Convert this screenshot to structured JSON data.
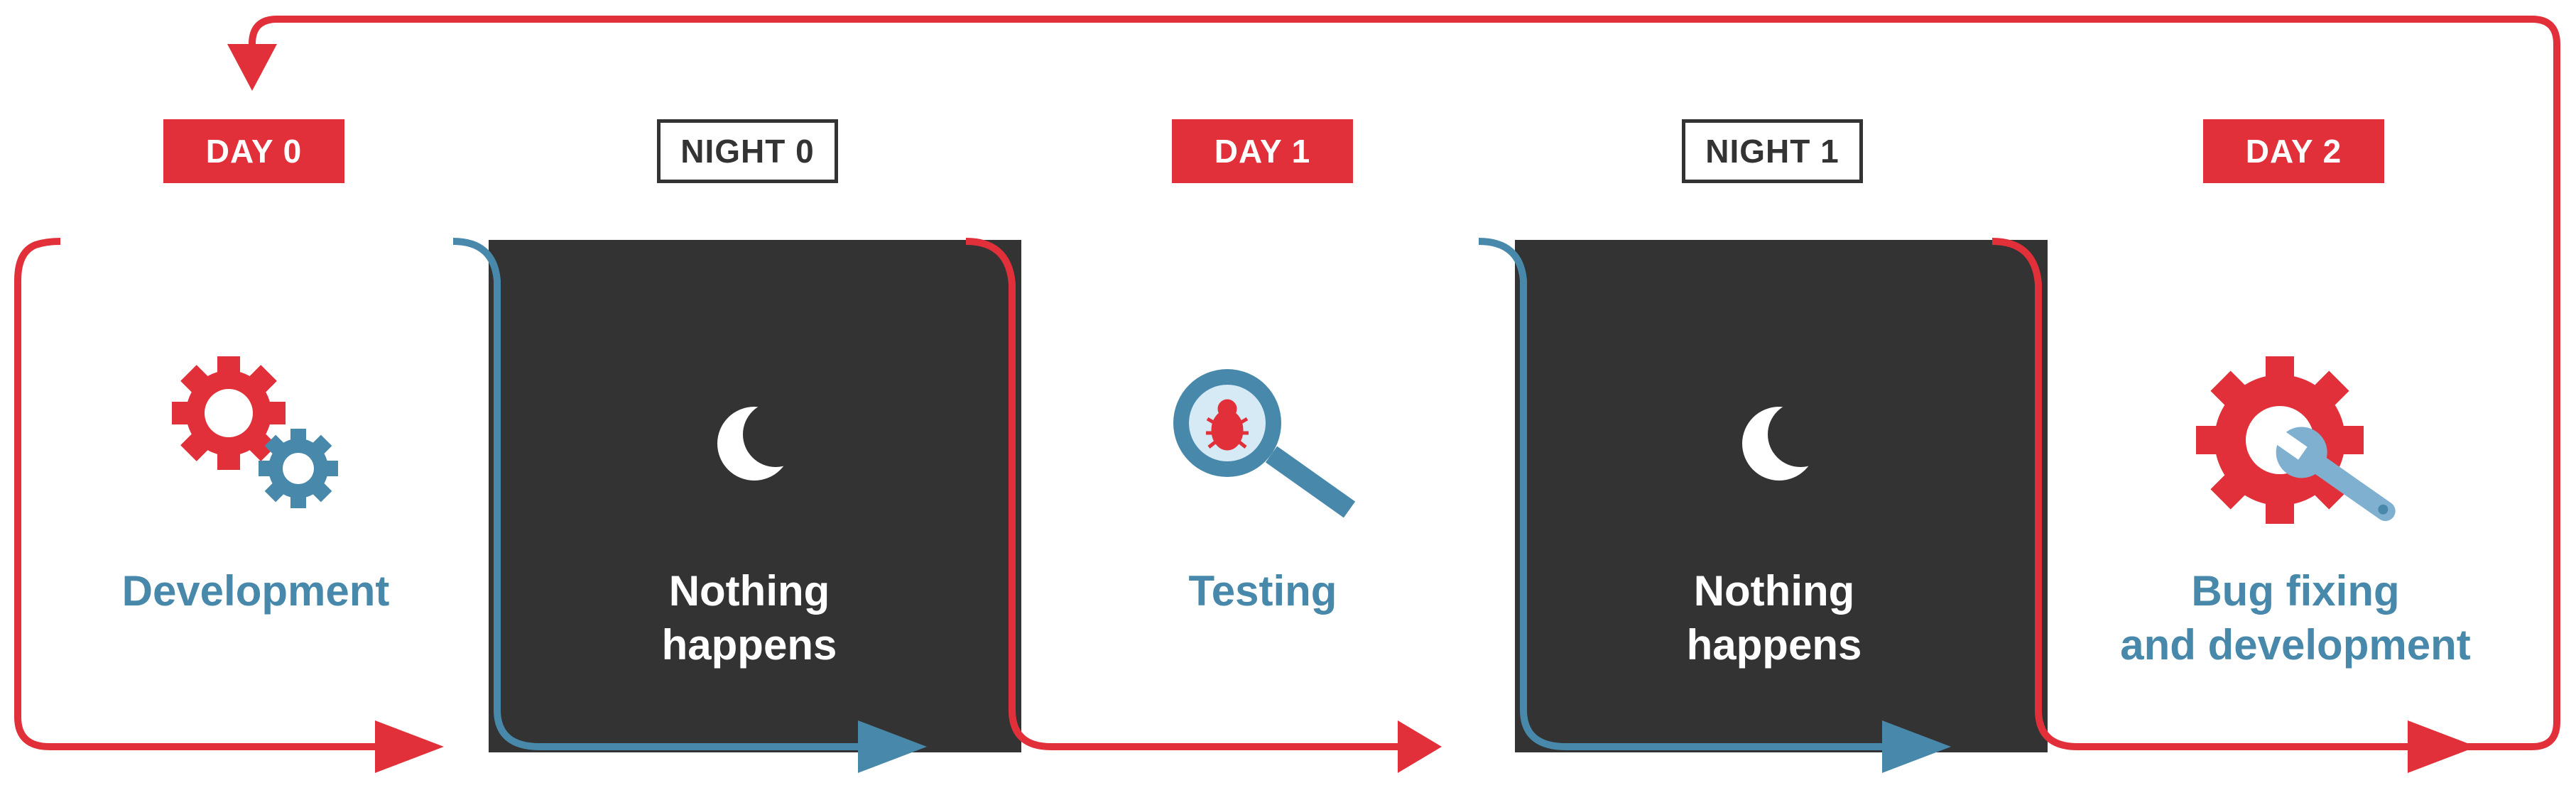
{
  "colors": {
    "red": "#e1303a",
    "blue": "#4889ab",
    "dark": "#333333",
    "light_blue": "#7fb0d0",
    "lens_fill": "#d6eaf5"
  },
  "stages": [
    {
      "label": "DAY 0",
      "kind": "day",
      "caption": "Development",
      "caption_line2": "",
      "icon": "gears-icon"
    },
    {
      "label": "NIGHT 0",
      "kind": "night",
      "caption": "Nothing",
      "caption_line2": "happens",
      "icon": "moon-icon"
    },
    {
      "label": "DAY 1",
      "kind": "day",
      "caption": "Testing",
      "caption_line2": "",
      "icon": "bug-magnifier-icon"
    },
    {
      "label": "NIGHT 1",
      "kind": "night",
      "caption": "Nothing",
      "caption_line2": "happens",
      "icon": "moon-icon"
    },
    {
      "label": "DAY 2",
      "kind": "day",
      "caption": "Bug fixing",
      "caption_line2": "and development",
      "icon": "gear-wrench-icon"
    }
  ],
  "arrows": [
    "flow-arrow",
    "loop-back-arrow"
  ]
}
